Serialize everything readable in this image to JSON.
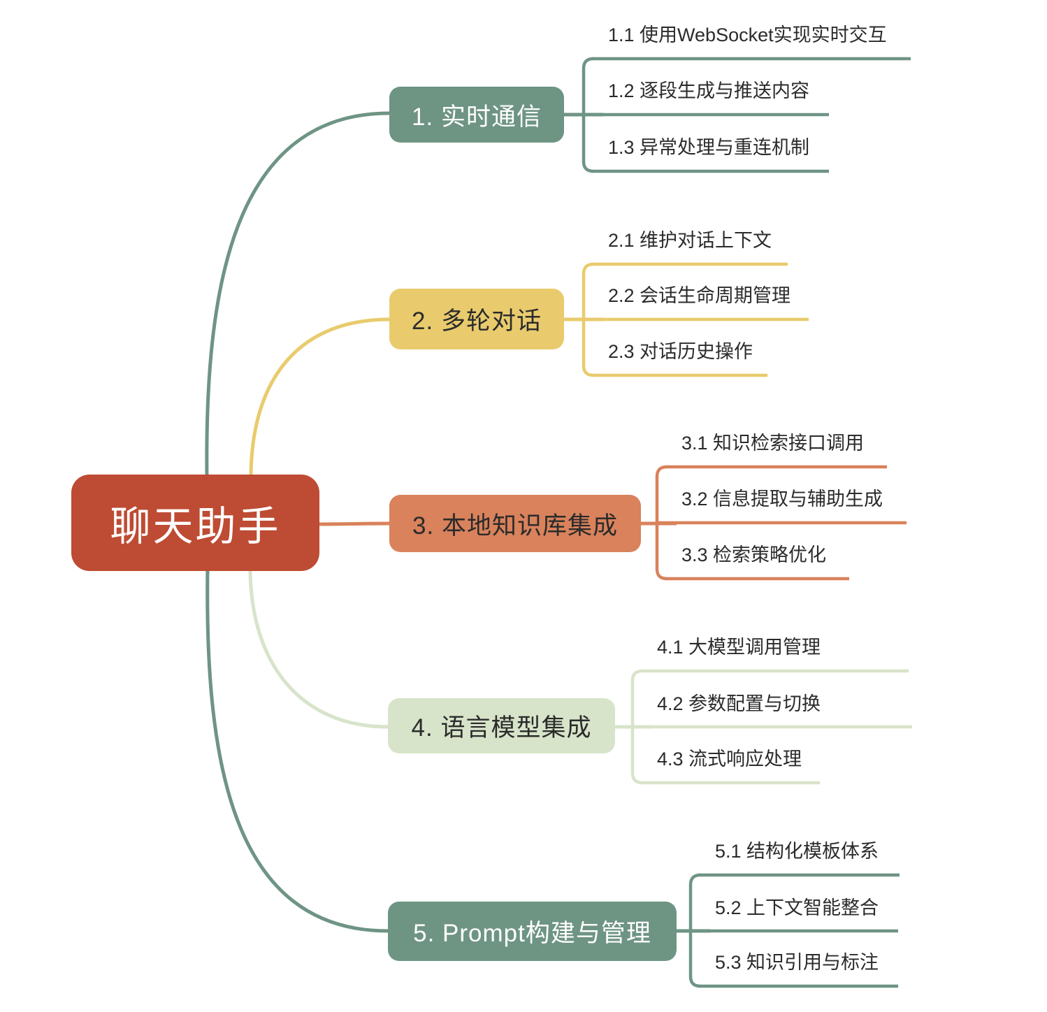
{
  "root": {
    "label": "聊天助手",
    "fill": "#be4b33",
    "text_color": "#ffffff"
  },
  "branches": [
    {
      "label": "1. 实时通信",
      "color": "#6e9484",
      "text_color": "#ffffff",
      "children": [
        "1.1 使用WebSocket实现实时交互",
        "1.2 逐段生成与推送内容",
        "1.3 异常处理与重连机制"
      ]
    },
    {
      "label": "2. 多轮对话",
      "color": "#e9cb6d",
      "text_color": "#2b2b2b",
      "children": [
        "2.1 维护对话上下文",
        "2.2 会话生命周期管理",
        "2.3 对话历史操作"
      ]
    },
    {
      "label": "3. 本地知识库集成",
      "color": "#d9825c",
      "text_color": "#2b2b2b",
      "children": [
        "3.1 知识检索接口调用",
        "3.2 信息提取与辅助生成",
        "3.3 检索策略优化"
      ]
    },
    {
      "label": "4. 语言模型集成",
      "color": "#d8e4ca",
      "text_color": "#2b2b2b",
      "children": [
        "4.1 大模型调用管理",
        "4.2 参数配置与切换",
        "4.3 流式响应处理"
      ]
    },
    {
      "label": "5. Prompt构建与管理",
      "color": "#6e9484",
      "text_color": "#ffffff",
      "children": [
        "5.1 结构化模板体系",
        "5.2 上下文智能整合",
        "5.3 知识引用与标注"
      ]
    }
  ]
}
